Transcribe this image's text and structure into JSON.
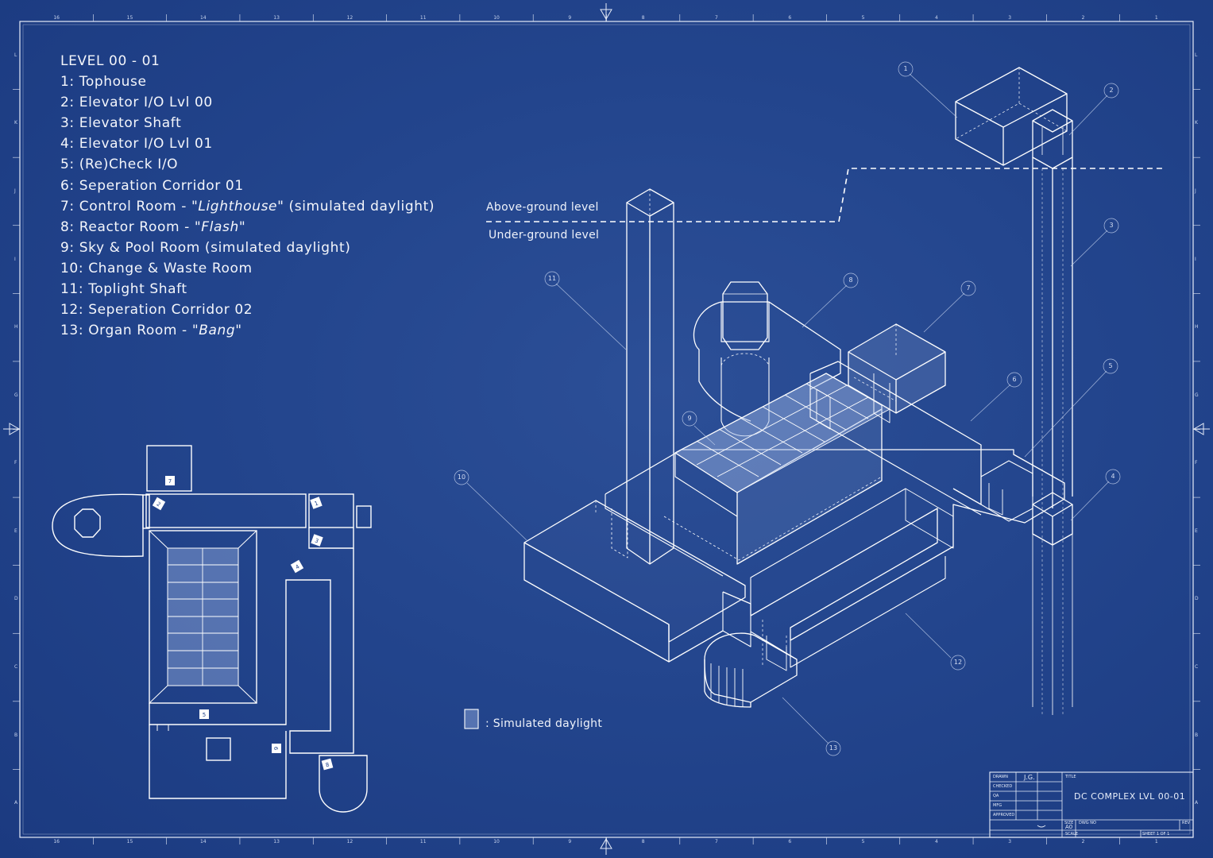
{
  "legend": {
    "title": "LEVEL 00 - 01",
    "items": [
      {
        "num": "1:",
        "text": "Tophouse"
      },
      {
        "num": "2:",
        "text": "Elevator I/O Lvl 00"
      },
      {
        "num": "3:",
        "text": "Elevator Shaft"
      },
      {
        "num": "4:",
        "text": "Elevator I/O Lvl 01"
      },
      {
        "num": "5:",
        "text": "(Re)Check I/O"
      },
      {
        "num": "6:",
        "text": "Seperation Corridor 01"
      },
      {
        "num": "7:",
        "text": "Control Room -",
        "italic": "\"Lighthouse\"",
        "after": "(simulated daylight)"
      },
      {
        "num": "8:",
        "text": "Reactor Room -",
        "italic": "\"Flash\""
      },
      {
        "num": "9:",
        "text": "Sky & Pool Room (simulated daylight)"
      },
      {
        "num": "10:",
        "text": "Change & Waste Room"
      },
      {
        "num": "11:",
        "text": "Toplight Shaft"
      },
      {
        "num": "12:",
        "text": "Seperation Corridor 02"
      },
      {
        "num": "13:",
        "text": "Organ Room -",
        "italic": "\"Bang\""
      }
    ]
  },
  "levels": {
    "above": "Above-ground level",
    "below": "Under-ground level"
  },
  "key": {
    "label": ": Simulated daylight"
  },
  "callouts": [
    "1",
    "2",
    "3",
    "4",
    "5",
    "6",
    "7",
    "8",
    "9",
    "10",
    "11",
    "12",
    "13"
  ],
  "plan_markers": [
    "7",
    "2",
    "1",
    "3",
    "4",
    "5",
    "6",
    "8"
  ],
  "title_block": {
    "drawn_label": "DRAWN",
    "drawn_value": "J.G.",
    "checked_label": "CHECKED",
    "qa_label": "QA",
    "mfg_label": "MFG",
    "approved_label": "APPROVED",
    "title_label": "TITLE",
    "title": "DC COMPLEX LVL 00-01",
    "size_label": "SIZE",
    "size": "A0",
    "dwg_label": "DWG NO",
    "rev_label": "REV",
    "scale_label": "SCALE",
    "sheet": "SHEET 1  OF 1"
  },
  "border_ticks": {
    "top": [
      "16",
      "15",
      "14",
      "13",
      "12",
      "11",
      "10",
      "9",
      "8",
      "7",
      "6",
      "5",
      "4",
      "3",
      "2",
      "1"
    ],
    "side": [
      "L",
      "K",
      "J",
      "I",
      "H",
      "G",
      "F",
      "E",
      "D",
      "C",
      "B",
      "A"
    ]
  },
  "colors": {
    "background": "#23458d",
    "line": "#ffffff",
    "daylight_fill": "#8aa6d8"
  }
}
